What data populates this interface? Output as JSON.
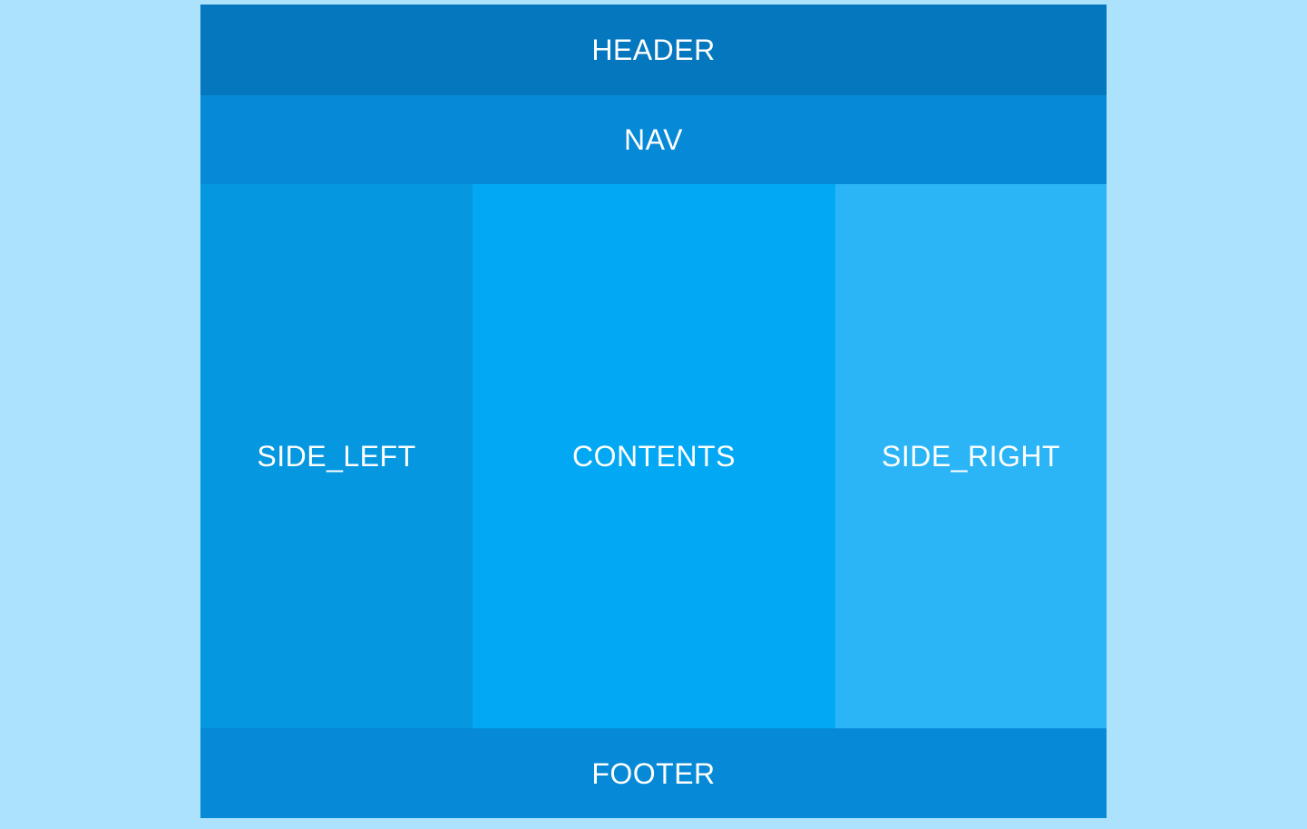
{
  "diagram": {
    "type": "page-layout-wireframe",
    "background_color": "#ade2fc",
    "regions": {
      "header": {
        "label": "HEADER",
        "color": "#0477be"
      },
      "nav": {
        "label": "NAV",
        "color": "#0689d6"
      },
      "side_left": {
        "label": "SIDE_LEFT",
        "color": "#0597e0"
      },
      "contents": {
        "label": "CONTENTS",
        "color": "#02a8f3"
      },
      "side_right": {
        "label": "SIDE_RIGHT",
        "color": "#2bb5f7"
      },
      "footer": {
        "label": "FOOTER",
        "color": "#0689d6"
      }
    },
    "text_color": "#ffffff"
  }
}
